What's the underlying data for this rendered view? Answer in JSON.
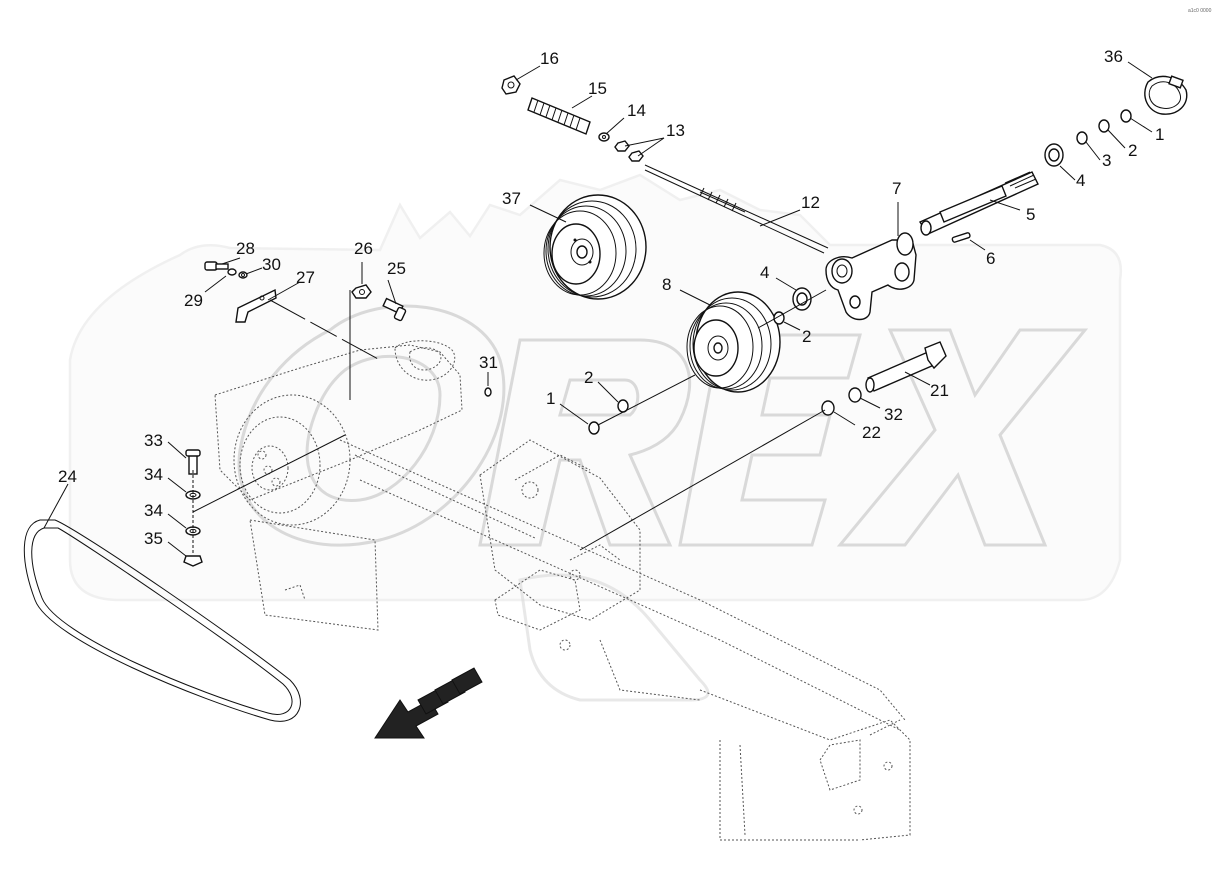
{
  "corner_code": "a1c0 0000",
  "watermark": "OREX",
  "callouts": [
    {
      "id": "c1a",
      "label": "1"
    },
    {
      "id": "c1b",
      "label": "1"
    },
    {
      "id": "c2a",
      "label": "2"
    },
    {
      "id": "c2b",
      "label": "2"
    },
    {
      "id": "c2c",
      "label": "2"
    },
    {
      "id": "c3",
      "label": "3"
    },
    {
      "id": "c4a",
      "label": "4"
    },
    {
      "id": "c4b",
      "label": "4"
    },
    {
      "id": "c5",
      "label": "5"
    },
    {
      "id": "c6",
      "label": "6"
    },
    {
      "id": "c7",
      "label": "7"
    },
    {
      "id": "c8",
      "label": "8"
    },
    {
      "id": "c12",
      "label": "12"
    },
    {
      "id": "c13",
      "label": "13"
    },
    {
      "id": "c14",
      "label": "14"
    },
    {
      "id": "c15",
      "label": "15"
    },
    {
      "id": "c16",
      "label": "16"
    },
    {
      "id": "c21",
      "label": "21"
    },
    {
      "id": "c22",
      "label": "22"
    },
    {
      "id": "c24",
      "label": "24"
    },
    {
      "id": "c25",
      "label": "25"
    },
    {
      "id": "c26",
      "label": "26"
    },
    {
      "id": "c27",
      "label": "27"
    },
    {
      "id": "c28",
      "label": "28"
    },
    {
      "id": "c29",
      "label": "29"
    },
    {
      "id": "c30",
      "label": "30"
    },
    {
      "id": "c31",
      "label": "31"
    },
    {
      "id": "c32",
      "label": "32"
    },
    {
      "id": "c33",
      "label": "33"
    },
    {
      "id": "c34a",
      "label": "34"
    },
    {
      "id": "c34b",
      "label": "34"
    },
    {
      "id": "c35",
      "label": "35"
    },
    {
      "id": "c36",
      "label": "36"
    },
    {
      "id": "c37",
      "label": "37"
    }
  ]
}
